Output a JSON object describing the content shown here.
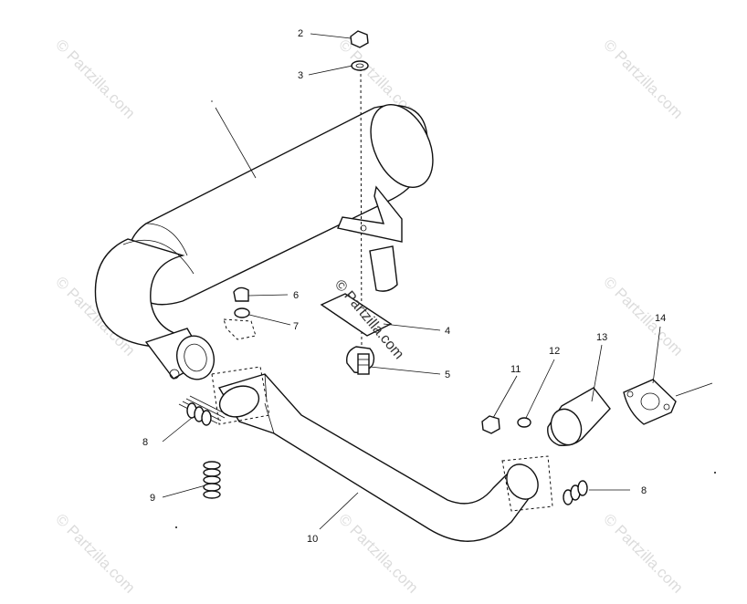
{
  "diagram": {
    "callouts": [
      "2",
      "3",
      "6",
      "7",
      "4",
      "5",
      "11",
      "12",
      "13",
      "14",
      "8",
      "8",
      "9",
      "10"
    ],
    "watermark": "© Partzilla.com",
    "center_watermark": "© Partzilla.com"
  }
}
